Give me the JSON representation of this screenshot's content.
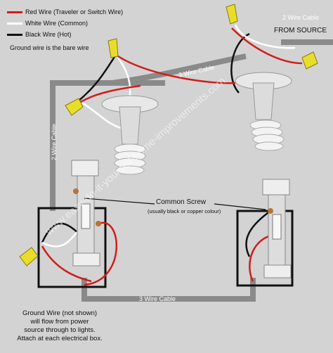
{
  "legend": {
    "red": "Red Wire (Traveler or Switch Wire)",
    "white": "White Wire (Common)",
    "black": "Black Wire (Hot)",
    "ground": "Ground wire is the bare wire"
  },
  "source_label": {
    "line1": "2 Wire Cable",
    "line2": "FROM SOURCE"
  },
  "cable_labels": {
    "top": "3 Wire Cable",
    "left": "2 Wire Cable",
    "bottom": "3 Wire Cable"
  },
  "common_screw": {
    "title": "Common Screw",
    "note": "(usually black or copper colour)"
  },
  "ground_note": [
    "Ground Wire (not shown)",
    "will flow from power",
    "source through to lights.",
    "Attach at each electrical box."
  ],
  "watermark": "www.easy-do-it-yourself-home-improvements.com",
  "colors": {
    "background": "#d3d3d3",
    "red_wire": "#d21b1b",
    "white_wire": "#ffffff",
    "black_wire": "#111111",
    "cable_sheath": "#8a8a8a",
    "wire_nut": "#e8de2a"
  }
}
